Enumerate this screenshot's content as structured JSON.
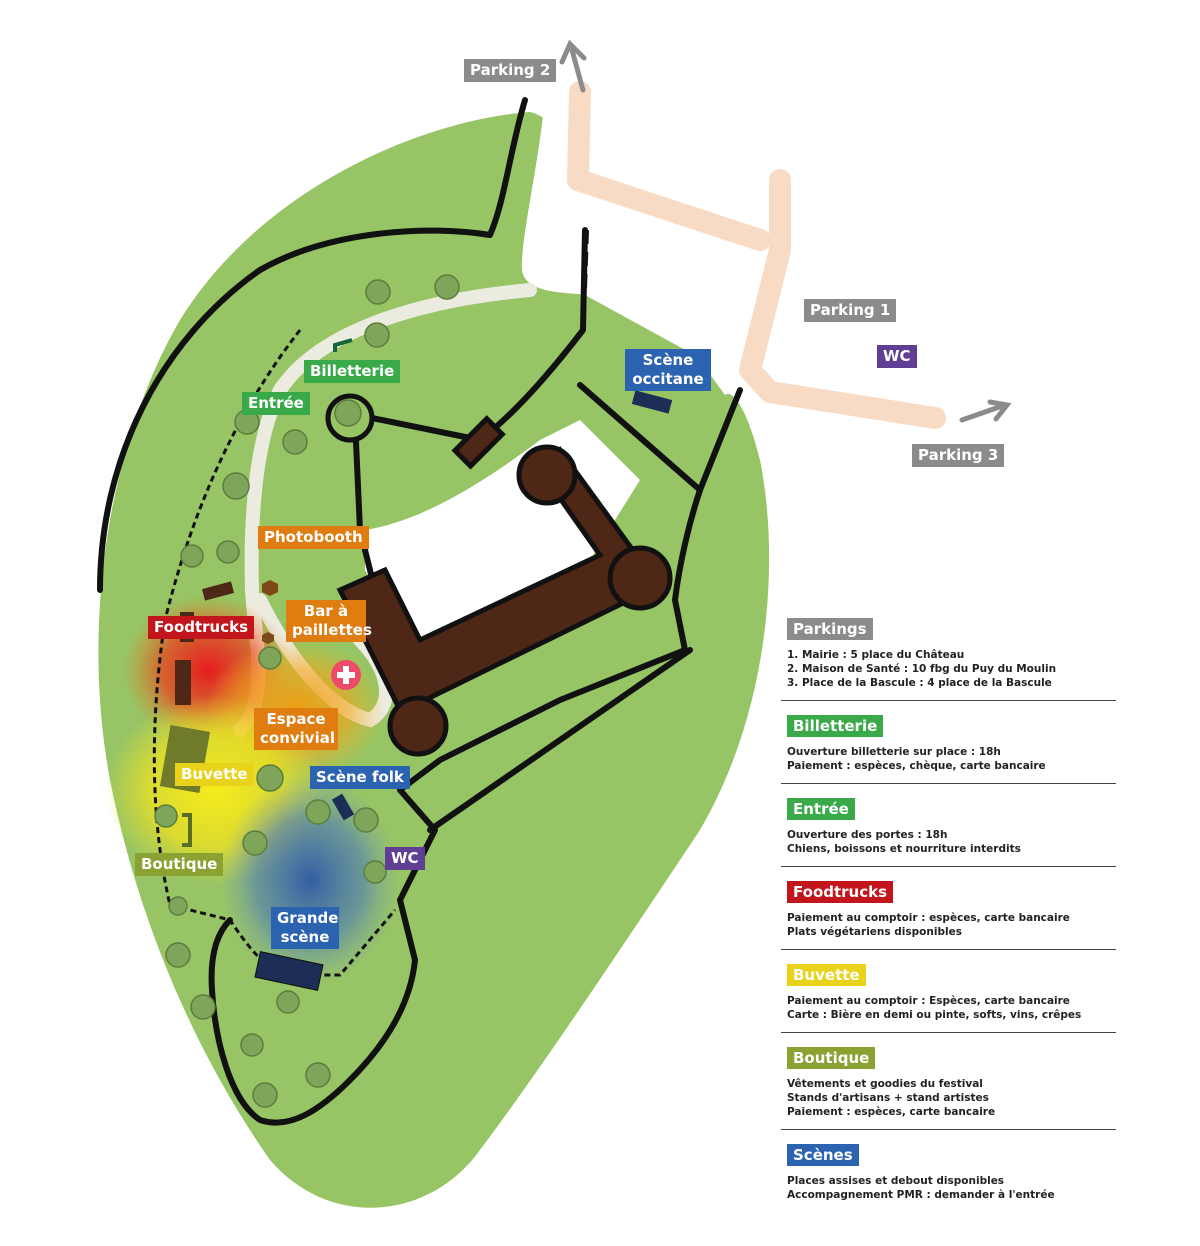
{
  "colors": {
    "grass": "#97c464",
    "castle": "#4f2717",
    "path": "#ecebe0",
    "road": "#f8dbc4",
    "food": "#e21e1e",
    "bar": "#f39c12",
    "buvette": "#f4e01c",
    "scene": "#2b5aa6"
  },
  "labels": {
    "parking2": "Parking 2",
    "parking1": "Parking 1",
    "parking3": "Parking 3",
    "wc_top": "WC",
    "wc_bottom": "WC",
    "scene_occitane": "Scène occitane",
    "billetterie": "Billetterie",
    "entree": "Entrée",
    "photobooth": "Photobooth",
    "bar_paillettes": "Bar à paillettes",
    "foodtrucks": "Foodtrucks",
    "espace_convivial": "Espace convivial",
    "buvette": "Buvette",
    "scene_folk": "Scène folk",
    "boutique": "Boutique",
    "grande_scene": "Grande scène"
  },
  "legend": [
    {
      "title": "Parkings",
      "color": "#8b8b8b",
      "lines": [
        "1. Mairie : 5 place du Château",
        "2. Maison de Santé : 10 fbg du Puy du Moulin",
        "3. Place de la Bascule : 4 place de la Bascule"
      ]
    },
    {
      "title": "Billetterie",
      "color": "#3aa94a",
      "lines": [
        "Ouverture billetterie sur place : 18h",
        "Paiement : espèces, chèque, carte bancaire"
      ]
    },
    {
      "title": "Entrée",
      "color": "#3aa94a",
      "lines": [
        "Ouverture des portes : 18h",
        "Chiens, boissons et nourriture interdits"
      ]
    },
    {
      "title": "Foodtrucks",
      "color": "#c3161c",
      "lines": [
        "Paiement au comptoir : espèces, carte bancaire",
        "Plats végétariens disponibles"
      ]
    },
    {
      "title": "Buvette",
      "color": "#e8d21a",
      "lines": [
        "Paiement au comptoir : Espèces, carte bancaire",
        "Carte : Bière en demi ou pinte, softs, vins, crêpes"
      ]
    },
    {
      "title": "Boutique",
      "color": "#8aa232",
      "lines": [
        "Vêtements et goodies du festival",
        "Stands d'artisans + stand artistes",
        "Paiement : espèces, carte bancaire"
      ]
    },
    {
      "title": "Scènes",
      "color": "#2b63b0",
      "lines": [
        "Places assises et debout disponibles",
        "Accompagnement PMR : demander à l'entrée"
      ]
    }
  ]
}
